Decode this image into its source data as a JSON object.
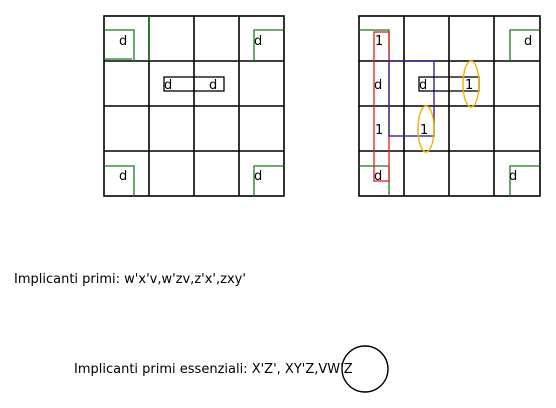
{
  "left_map": {
    "d_corner_cells": [
      "d",
      "d",
      "d",
      "d"
    ],
    "d_center_cells": [
      "d",
      "d"
    ]
  },
  "right_map": {
    "corner_cells": [
      "1",
      "d",
      "d",
      "d"
    ],
    "inner_cells": [
      "d",
      "d",
      "1",
      "1",
      "1"
    ]
  },
  "captions": {
    "prime_implicants": "Implicanti primi: w'x'v,w'zv,z'x',zxy'",
    "essential_implicants": "Implicanti primi essenziali: X'Z', XY'Z,VW'Z"
  },
  "colors": {
    "grid": "#000000",
    "green_group": "#1a7a1a",
    "red_group": "#e02020",
    "blue_group": "#2a2a9a",
    "yellow_group": "#f0b400",
    "black_group": "#000000"
  }
}
